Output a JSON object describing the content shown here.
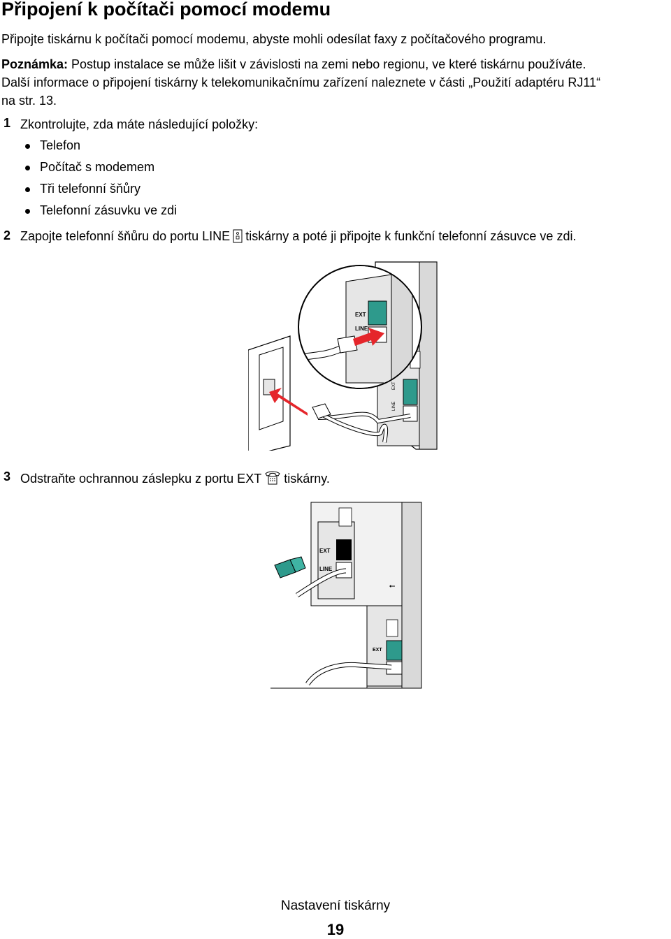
{
  "page": {
    "title": "Připojení k počítači pomocí modemu",
    "intro": "Připojte tiskárnu k počítači pomocí modemu, abyste mohli odesílat faxy z počítačového programu.",
    "note_label": "Poznámka:",
    "note_text": " Postup instalace se může lišit v závislosti na zemi nebo regionu, ve které tiskárnu používáte.",
    "info_line1": "Další informace o připojení tiskárny k telekomunikačnímu zařízení naleznete v části „Použití adaptéru RJ11“",
    "info_line2": "na str. 13."
  },
  "steps": [
    {
      "number": "1",
      "text": "Zkontrolujte, zda máte následující položky:",
      "items": [
        "Telefon",
        "Počítač s modemem",
        "Tři telefonní šňůry",
        "Telefonní zásuvku ve zdi"
      ]
    },
    {
      "number": "2",
      "text_before": "Zapojte telefonní šňůru do portu LINE",
      "icon": "line-port-icon",
      "text_after": "tiskárny a poté ji připojte k funkční telefonní zásuvce ve zdi."
    },
    {
      "number": "3",
      "text_before": "Odstraňte ochrannou záslepku z portu EXT",
      "icon": "phone-icon",
      "text_after": "tiskárny."
    }
  ],
  "illustrations": {
    "port_ext": "EXT",
    "port_line": "LINE",
    "usb_symbol": "usb-icon"
  },
  "footer": {
    "section": "Nastavení tiskárny",
    "page_number": "19"
  },
  "colors": {
    "connector_green": "#2e9a8c",
    "arrow_red": "#e5262b",
    "panel_gray": "#d9d9d9"
  }
}
